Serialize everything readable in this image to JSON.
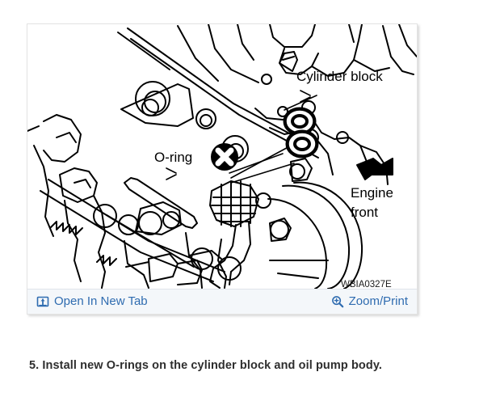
{
  "page": {
    "background": "#ffffff",
    "text_color": "#2e2e2e"
  },
  "figure": {
    "alt_title": "Oil pump and cylinder block O-ring installation diagram",
    "figure_code": "WBIA0327E",
    "labels": {
      "cylinder_block": "Cylinder block",
      "o_ring": "O-ring",
      "engine_front_line1": "Engine",
      "engine_front_line2": "front"
    },
    "markers": {
      "o_ring_callout": "circled-x-marker",
      "engine_front_arrow": "bent-arrow-left"
    }
  },
  "toolbar": {
    "background": "#f4f7fa",
    "link_color": "#2f6cb0",
    "open_in_new_tab": {
      "label": "Open In New Tab",
      "icon": "open-in-new-tab-icon"
    },
    "zoom_print": {
      "label": "Zoom/Print",
      "icon": "magnifier-plus-icon"
    }
  },
  "content": {
    "step_text": "5. Install new O-rings on the cylinder block and oil pump body."
  }
}
